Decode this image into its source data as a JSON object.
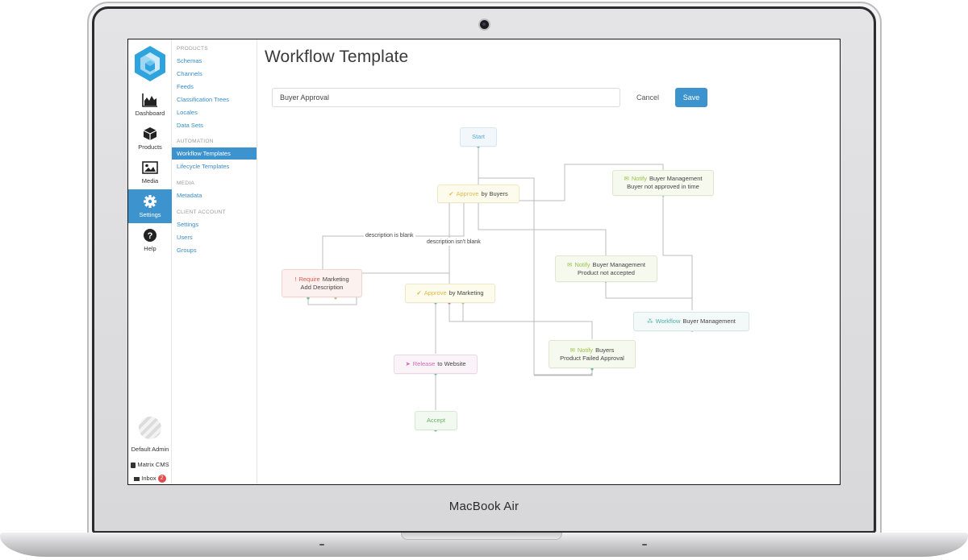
{
  "device": {
    "brand_label": "MacBook Air"
  },
  "rail": {
    "items": [
      {
        "label": "Dashboard",
        "icon": "area-chart-icon",
        "active": false
      },
      {
        "label": "Products",
        "icon": "cube-icon",
        "active": false
      },
      {
        "label": "Media",
        "icon": "image-icon",
        "active": false
      },
      {
        "label": "Settings",
        "icon": "gear-icon",
        "active": true
      },
      {
        "label": "Help",
        "icon": "question-circle-icon",
        "active": false
      }
    ],
    "user_label": "Default Admin",
    "app_label": "Matrix CMS",
    "inbox_label": "Inbox",
    "inbox_count": "2"
  },
  "submenu": {
    "sections": [
      {
        "heading": "PRODUCTS",
        "items": [
          "Schemas",
          "Channels",
          "Feeds",
          "Classification Trees",
          "Locales",
          "Data Sets"
        ]
      },
      {
        "heading": "AUTOMATION",
        "items": [
          "Workflow Templates",
          "Lifecycle Templates"
        ]
      },
      {
        "heading": "MEDIA",
        "items": [
          "Metadata"
        ]
      },
      {
        "heading": "CLIENT ACCOUNT",
        "items": [
          "Settings",
          "Users",
          "Groups"
        ]
      }
    ],
    "active_item": "Workflow Templates"
  },
  "main": {
    "title": "Workflow Template",
    "name_value": "Buyer Approval",
    "cancel_label": "Cancel",
    "save_label": "Save"
  },
  "flow": {
    "nodes": [
      {
        "id": "start",
        "type": "start",
        "line1": "Start"
      },
      {
        "id": "approve-buyers",
        "type": "approve",
        "keyword": "Approve",
        "line1": "by Buyers"
      },
      {
        "id": "notify-bm-time",
        "type": "notify",
        "keyword": "Notify",
        "line1": "Buyer Management",
        "line2": "Buyer not approved in time"
      },
      {
        "id": "require-marketing",
        "type": "require",
        "keyword": "Require",
        "line1": "Marketing",
        "line2": "Add Description"
      },
      {
        "id": "approve-marketing",
        "type": "approve",
        "keyword": "Approve",
        "line1": "by Marketing"
      },
      {
        "id": "notify-bm-accepted",
        "type": "notify",
        "keyword": "Notify",
        "line1": "Buyer Management",
        "line2": "Product not accepted"
      },
      {
        "id": "workflow-bm",
        "type": "workflow",
        "keyword": "Workflow",
        "line1": "Buyer Management"
      },
      {
        "id": "notify-buyers",
        "type": "notify",
        "keyword": "Notify",
        "line1": "Buyers",
        "line2": "Product Failed Approval"
      },
      {
        "id": "release-website",
        "type": "release",
        "keyword": "Release",
        "line1": "to Website"
      },
      {
        "id": "accept",
        "type": "accept",
        "line1": "Accept"
      }
    ],
    "edge_labels": {
      "blank": "description is blank",
      "not_blank": "description isn't blank"
    },
    "colors": {
      "accent": "#3d93cd",
      "approve": "#e0b94a",
      "notify": "#9cc24a",
      "require": "#e0574f",
      "release": "#cf6ab3",
      "workflow": "#4bb0a8",
      "accept": "#66b466"
    }
  }
}
